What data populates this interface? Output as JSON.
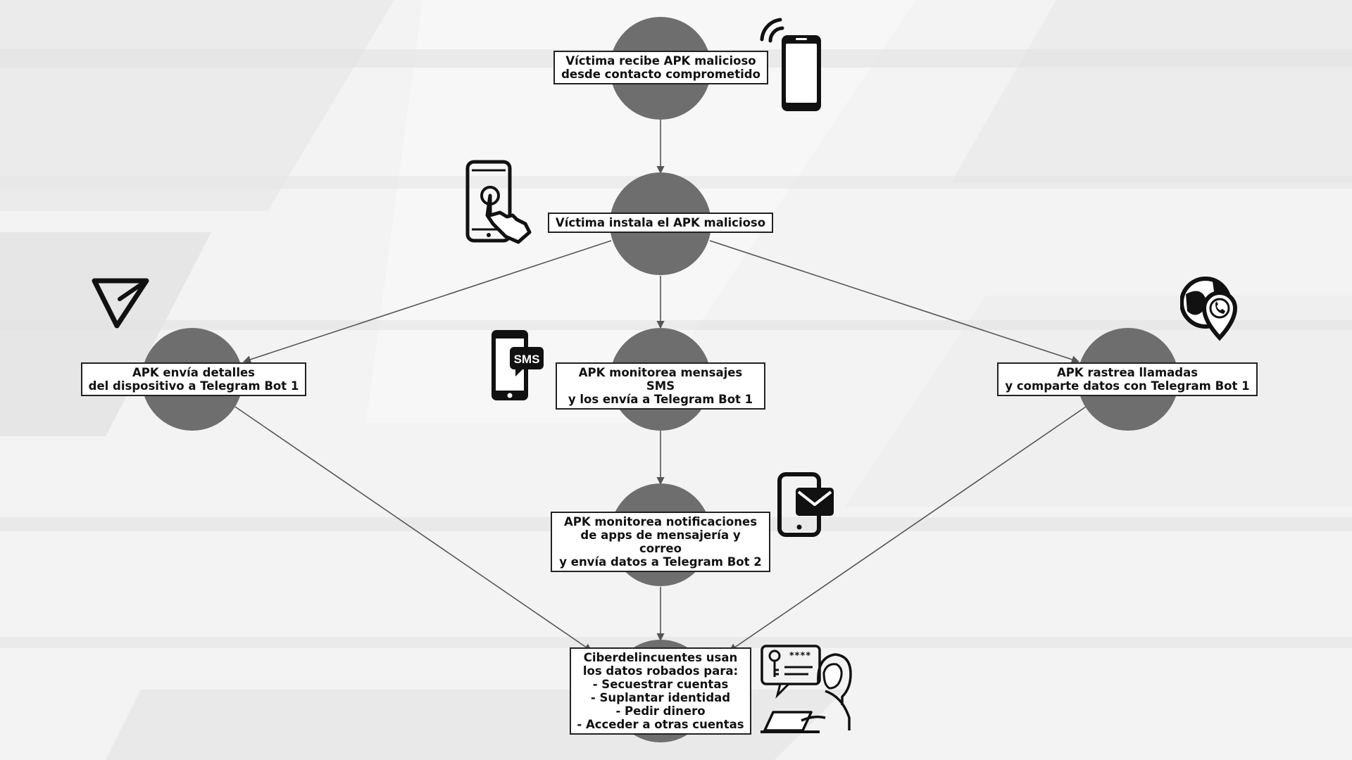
{
  "nodes": {
    "receive": {
      "label": "Víctima recibe APK malicioso\ndesde contacto comprometido",
      "icon": "phone-signal-icon"
    },
    "install": {
      "label": "Víctima instala el APK malicioso",
      "icon": "phone-tap-icon"
    },
    "device": {
      "label": "APK envía detalles\ndel dispositivo a Telegram Bot 1",
      "icon": "send-paper-plane-icon"
    },
    "sms": {
      "label": "APK monitorea mensajes SMS\ny los envía a Telegram Bot 1",
      "icon": "sms-phone-icon"
    },
    "calls": {
      "label": "APK rastrea llamadas\ny comparte datos con Telegram Bot 1",
      "icon": "globe-call-icon"
    },
    "notifications": {
      "label": "APK monitorea notificaciones\nde apps de mensajería y correo\ny envía datos a Telegram Bot 2",
      "icon": "phone-mail-icon"
    },
    "criminals": {
      "label": "Ciberdelincuentes usan\nlos datos robados para:\n- Secuestrar cuentas\n- Suplantar identidad\n- Pedir dinero\n- Acceder a otras cuentas",
      "icon": "hacker-laptop-icon"
    }
  },
  "colors": {
    "node": "#6e6e6e",
    "edge": "#555555",
    "label_border": "#222222",
    "background": "#f4f4f4"
  }
}
